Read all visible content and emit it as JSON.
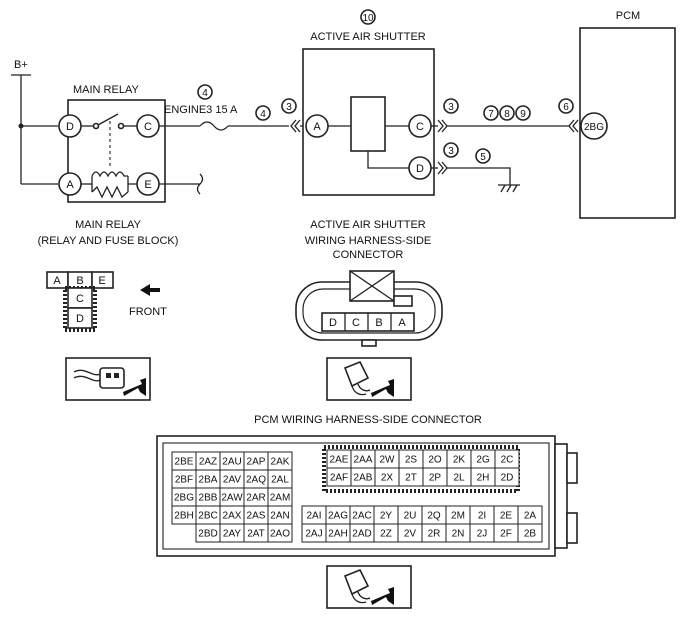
{
  "labels": {
    "bplus": "B+",
    "main_relay": "MAIN RELAY",
    "fuse": "ENGINE3 15 A",
    "shutter": "ACTIVE AIR SHUTTER",
    "pcm": "PCM",
    "main_relay_caption_1": "MAIN RELAY",
    "main_relay_caption_2": "(RELAY AND FUSE BLOCK)",
    "shutter_conn_1": "ACTIVE AIR SHUTTER",
    "shutter_conn_2": "WIRING HARNESS-SIDE",
    "shutter_conn_3": "CONNECTOR",
    "front": "FRONT",
    "pcm_conn": "PCM WIRING HARNESS-SIDE CONNECTOR"
  },
  "refs": {
    "r10": "10",
    "r4a": "4",
    "r4b": "4",
    "r3a": "3",
    "r3b": "3",
    "r3c": "3",
    "r7": "7",
    "r8": "8",
    "r9": "9",
    "r6": "6",
    "r5": "5"
  },
  "pins": {
    "relay_D": "D",
    "relay_C": "C",
    "relay_A": "A",
    "relay_E": "E",
    "shutter_A": "A",
    "shutter_C": "C",
    "shutter_D": "D",
    "pcm_2BG": "2BG"
  },
  "relay_conn": {
    "top": [
      "A",
      "B",
      "E"
    ],
    "col": [
      "C",
      "D"
    ]
  },
  "shutter_conn": [
    "D",
    "C",
    "B",
    "A"
  ],
  "pcm_left_grid": [
    [
      "2BE",
      "2AZ",
      "2AU",
      "2AP",
      "2AK"
    ],
    [
      "2BF",
      "2BA",
      "2AV",
      "2AQ",
      "2AL"
    ],
    [
      "2BG",
      "2BB",
      "2AW",
      "2AR",
      "2AM"
    ],
    [
      "2BH",
      "2BC",
      "2AX",
      "2AS",
      "2AN"
    ],
    [
      "",
      "2BD",
      "2AY",
      "2AT",
      "2AO"
    ]
  ],
  "pcm_upper_grid": [
    [
      "2AE",
      "2AA",
      "2W",
      "2S",
      "2O",
      "2K",
      "2G",
      "2C"
    ],
    [
      "2AF",
      "2AB",
      "2X",
      "2T",
      "2P",
      "2L",
      "2H",
      "2D"
    ]
  ],
  "pcm_lower_grid": [
    [
      "2AI",
      "2AG",
      "2AC",
      "2Y",
      "2U",
      "2Q",
      "2M",
      "2I",
      "2E",
      "2A"
    ],
    [
      "2AJ",
      "2AH",
      "2AD",
      "2Z",
      "2V",
      "2R",
      "2N",
      "2J",
      "2F",
      "2B"
    ]
  ]
}
